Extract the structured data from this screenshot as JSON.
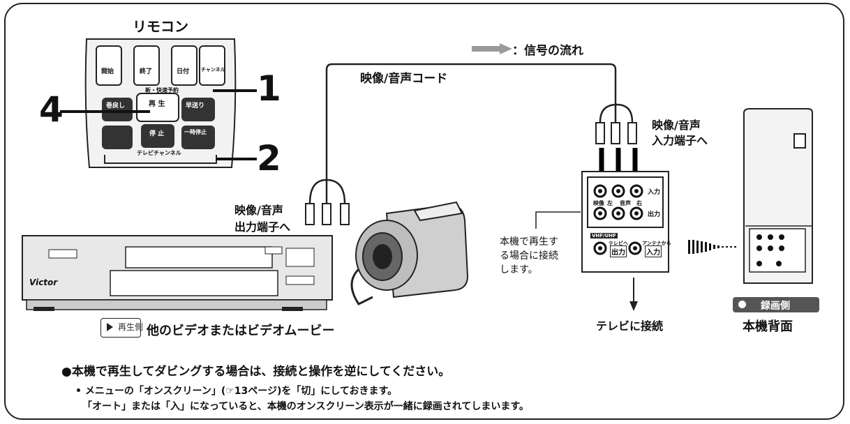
{
  "remote": {
    "title": "リモコン",
    "step1": "1",
    "step2": "2",
    "step4": "4",
    "btn_start": "開始",
    "btn_end": "終了",
    "btn_date": "日付",
    "btn_channel": "チャンネル",
    "btn_play": "再 生",
    "btn_stop": "停 止",
    "btn_rewind": "巻戻し",
    "btn_ffwd": "早送り",
    "btn_pause": "一時停止",
    "label_schedule": "新・快速予約",
    "label_tv_channel": "テレビチャンネル"
  },
  "legend": {
    "signal_flow": "：信号の流れ"
  },
  "cables": {
    "av_cord": "映像/音声コード",
    "input_line1": "映像/音声",
    "input_line2": "入力端子へ",
    "output_line1": "映像/音声",
    "output_line2": "出力端子へ"
  },
  "panel": {
    "in_label": "入力",
    "out_label": "出力",
    "video": "映像",
    "left": "左",
    "audio": "音声",
    "right": "右",
    "tv_out": "出力",
    "antenna_in": "入力",
    "vhf": "VHF/UHF",
    "tv_to": "テレビへ",
    "antenna_from": "アンテナから",
    "playback_note_1": "本機で再生す",
    "playback_note_2": "る場合に接続",
    "playback_note_3": "します。",
    "tv_connect": "テレビに接続",
    "rear_title": "本機背面",
    "record_badge": "録画側"
  },
  "vcr": {
    "brand": "Victor",
    "playback_badge": "再生側",
    "other_device": "他のビデオまたはビデオムービー"
  },
  "notes": {
    "bullet1": "●本機で再生してダビングする場合は、接続と操作を逆にしてください。",
    "bullet2": "• メニューの「オンスクリーン」(☞13ページ)を「切」にしておきます。",
    "bullet3": "「オート」または「入」になっていると、本機のオンスクリーン表示が一緒に録画されてしまいます。"
  }
}
